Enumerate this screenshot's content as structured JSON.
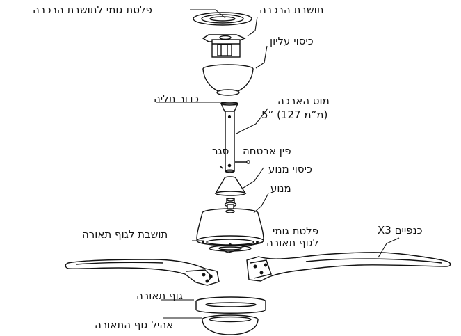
{
  "labels": {
    "rubber_mount_plate": "פלטת גומי לתושבת הרכבה",
    "mount_bracket": "תושבת הרכבה",
    "upper_cover": "כיסוי עליון",
    "hanging_ball": "כדור תליה",
    "downrod_line1": "מוט הארכה",
    "downrod_line2": "5” (127 מ”מ)",
    "safety_pin": "פין אבטחה",
    "lock": "סגר",
    "motor_cover": "כיסוי מנוע",
    "motor": "מנוע",
    "rubber_light_plate_line1": "פלטת גומי",
    "rubber_light_plate_line2": "לגוף תאורה",
    "light_mount": "תושבת לגוף תאורה",
    "blades": "כנפיים X3",
    "light_body": "גוף תאורה",
    "light_shade": "אהיל גוף התאורה"
  }
}
